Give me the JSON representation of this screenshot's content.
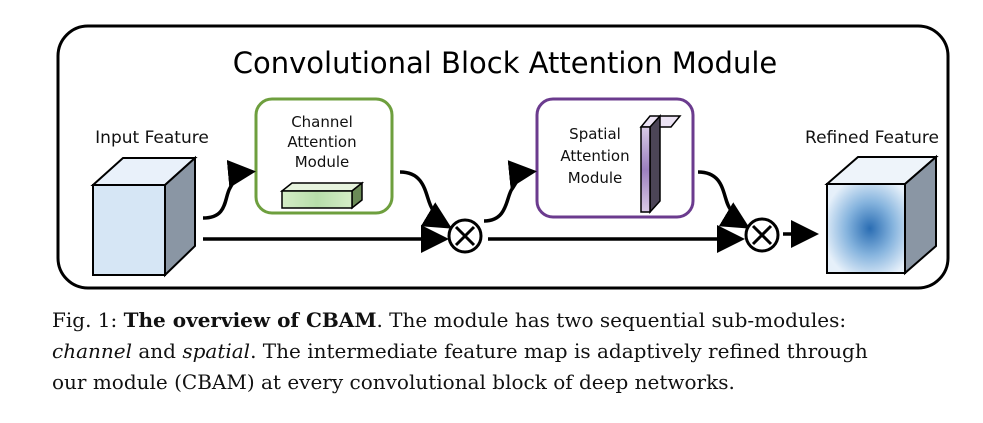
{
  "diagram": {
    "title": "Convolutional Block Attention Module",
    "input_label": "Input Feature",
    "output_label": "Refined Feature",
    "channel_module": {
      "line1": "Channel",
      "line2": "Attention",
      "line3": "Module",
      "border_color": "#6e9f3e"
    },
    "spatial_module": {
      "line1": "Spatial",
      "line2": "Attention",
      "line3": "Module",
      "border_color": "#6b3b8e"
    },
    "operators": [
      "multiply-circle-icon",
      "multiply-circle-icon"
    ]
  },
  "caption": {
    "label": "Fig. 1:",
    "bold": "The overview of CBAM",
    "t1": ". The module has two sequential sub-modules:",
    "em1": "channel",
    "t2": " and ",
    "em2": "spatial",
    "t3": ". The intermediate feature map is adaptively refined through",
    "t4": "our module (CBAM) at every convolutional block of deep networks."
  }
}
